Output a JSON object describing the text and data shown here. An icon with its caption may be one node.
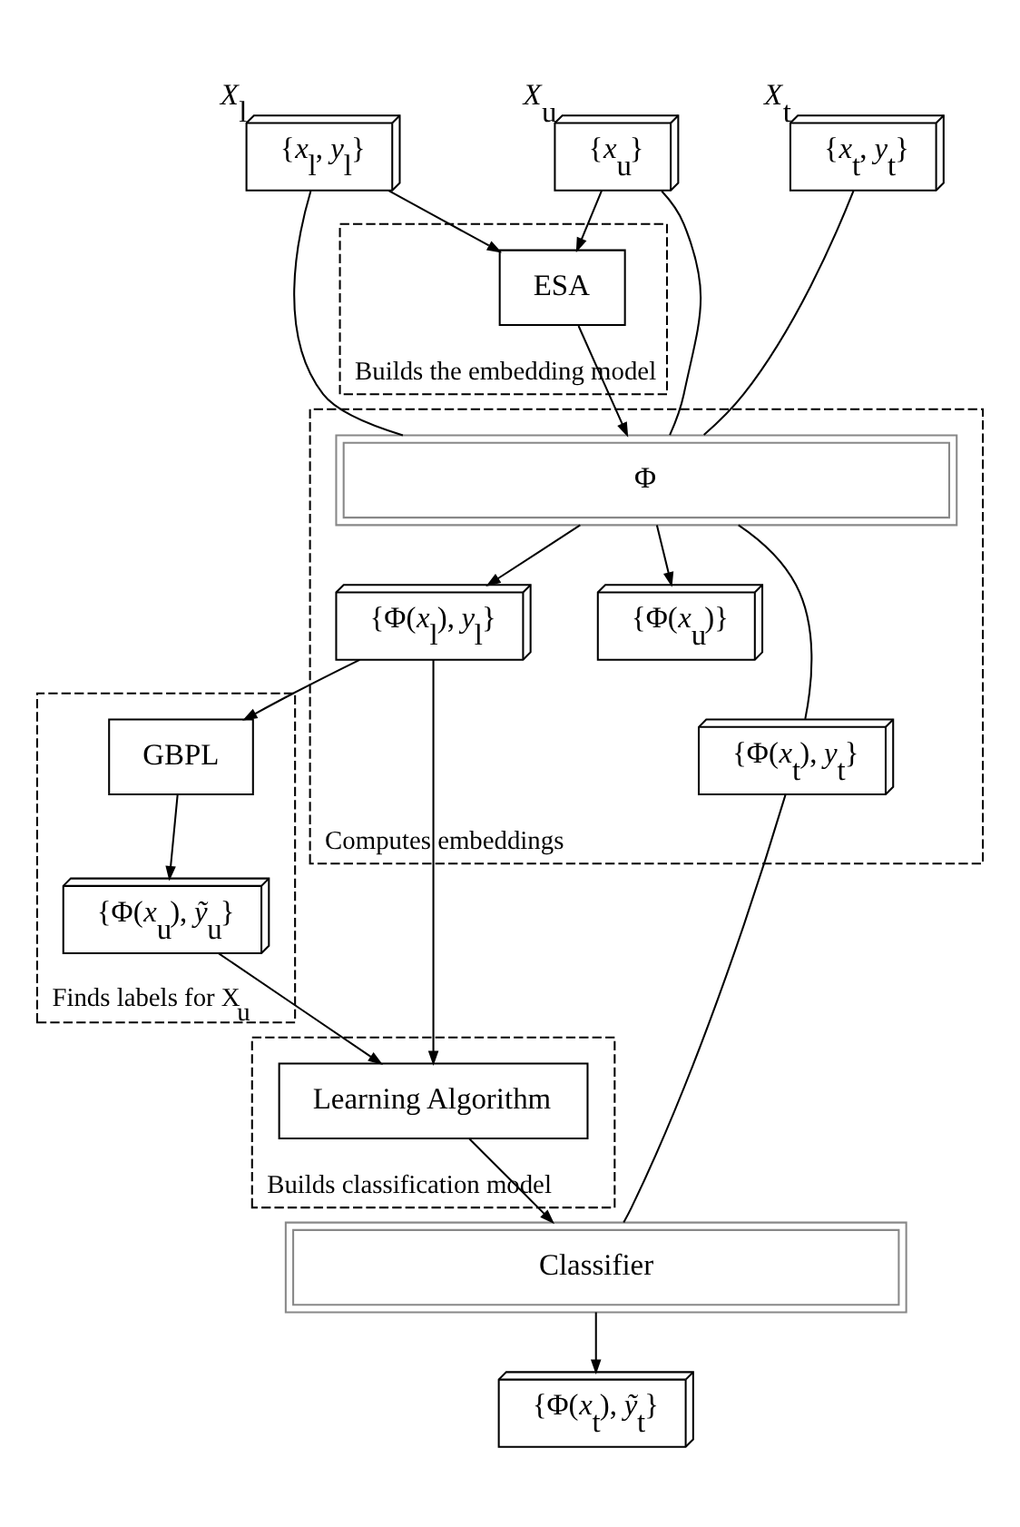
{
  "diagram": {
    "nodes": [
      {
        "text": [
          "{*x*$_{l}$, *y*$_{l}$}"
        ],
        "beside": [
          "*X*$_{l}$"
        ]
      },
      {
        "text": [
          "{*x*$_{u}$}"
        ],
        "beside": [
          "*X*$_{u}$"
        ]
      },
      {
        "text": [
          "{*x*$_{t}$, *y*$_{t}$}"
        ],
        "beside": [
          "*X*$_{t}$"
        ]
      },
      {
        "text": [
          "Builds the embedding model"
        ]
      },
      {
        "text": [
          "ESA"
        ],
        "in": 3
      },
      {
        "text": [
          "Computes embeddings"
        ]
      },
      {
        "text": [
          "Φ"
        ],
        "in": 5
      },
      {
        "text": [
          "{Φ(*x*$_{l}$), *y*$_{l}$}"
        ],
        "in": 5
      },
      {
        "text": [
          "{Φ(*x*$_{u}$)}"
        ],
        "in": 5
      },
      {
        "text": [
          "{Φ(*x*$_{t}$), *y*$_{t}$}"
        ],
        "in": 5
      },
      {
        "text": [
          "Finds labels for X$_{u}$"
        ]
      },
      {
        "text": [
          "GBPL"
        ],
        "in": 10
      },
      {
        "text": [
          "{Φ(*x*$_{u}$), *ỹ*$_{u}$}"
        ],
        "in": 10
      },
      {
        "text": [
          "Builds classification model"
        ]
      },
      {
        "text": [
          "Learning Algorithm"
        ],
        "in": 13
      },
      {
        "text": [
          "Classifier"
        ]
      },
      {
        "text": [
          "{Φ(*x*$_{t}$), *ỹ*$_{t}$}"
        ]
      }
    ],
    "edges": [
      {
        "from": 0,
        "to": 4,
        "arrow": "to"
      },
      {
        "from": 0,
        "to": 6,
        "arrow": "none"
      },
      {
        "from": 1,
        "to": 4,
        "arrow": "to"
      },
      {
        "from": 1,
        "to": 6,
        "arrow": "none"
      },
      {
        "from": 2,
        "to": 6,
        "arrow": "none"
      },
      {
        "from": 4,
        "to": 6,
        "arrow": "to"
      },
      {
        "from": 6,
        "to": 7,
        "arrow": "to"
      },
      {
        "from": 6,
        "to": 8,
        "arrow": "to"
      },
      {
        "from": 6,
        "to": 9,
        "arrow": "none"
      },
      {
        "from": 7,
        "to": 11,
        "arrow": "to"
      },
      {
        "from": 7,
        "to": 14,
        "arrow": "to"
      },
      {
        "from": 11,
        "to": 12,
        "arrow": "to"
      },
      {
        "from": 12,
        "to": 14,
        "arrow": "to"
      },
      {
        "from": 9,
        "to": 15,
        "arrow": "none"
      },
      {
        "from": 14,
        "to": 15,
        "arrow": "to"
      },
      {
        "from": 15,
        "to": 16,
        "arrow": "to"
      }
    ]
  }
}
